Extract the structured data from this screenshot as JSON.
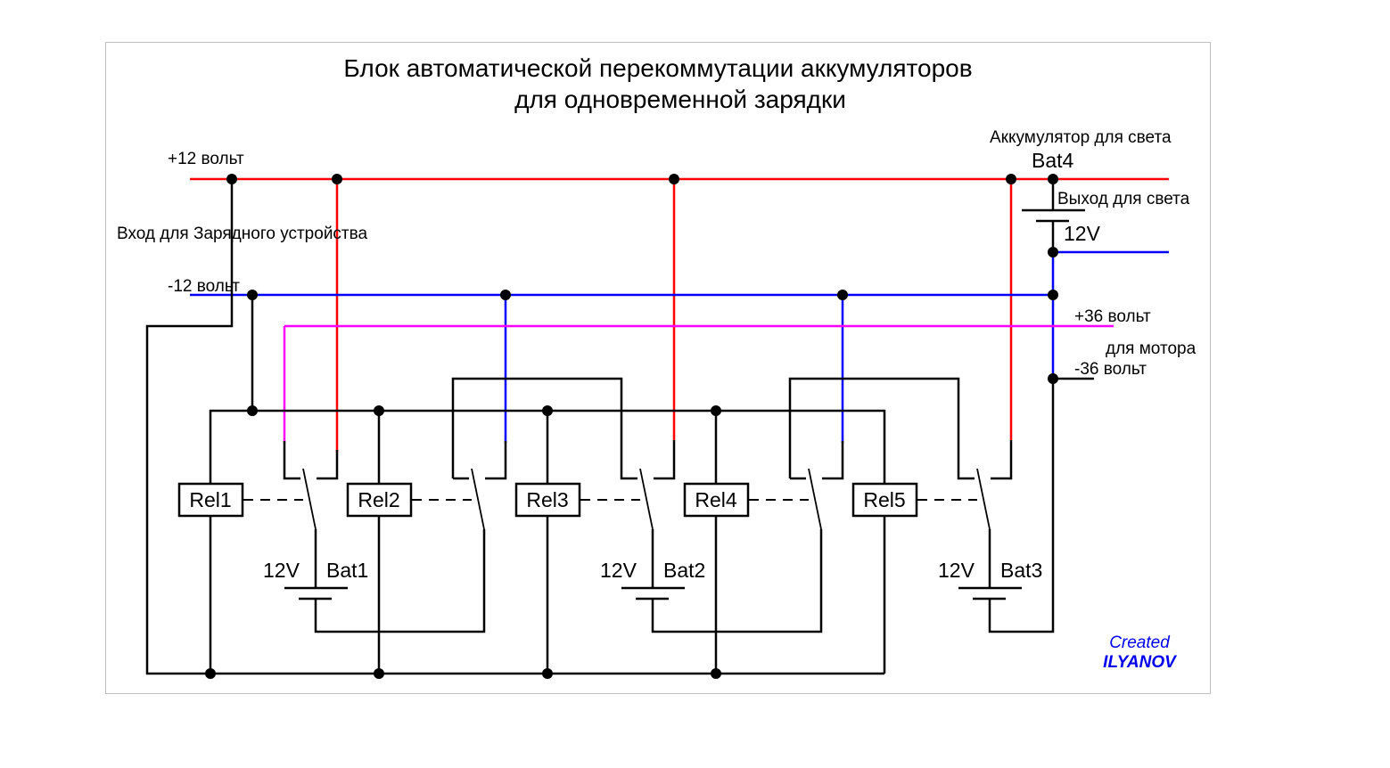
{
  "diagram": {
    "title_line1": "Блок автоматической перекоммутации аккумуляторов",
    "title_line2": "для одновременной зарядки",
    "labels": {
      "plus12": "+12 вольт",
      "minus12": "-12 вольт",
      "charger_input": "Вход для Зарядного устройства",
      "bat4_caption": "Аккумулятор для света",
      "bat4_name": "Bat4",
      "light_output": "Выход для света",
      "bat4_voltage": "12V",
      "plus36": "+36 вольт",
      "motor": "для мотора",
      "minus36": "-36 вольт"
    },
    "relays": [
      {
        "name": "Rel1"
      },
      {
        "name": "Rel2"
      },
      {
        "name": "Rel3"
      },
      {
        "name": "Rel4"
      },
      {
        "name": "Rel5"
      }
    ],
    "batteries": [
      {
        "name": "Bat1",
        "voltage": "12V"
      },
      {
        "name": "Bat2",
        "voltage": "12V"
      },
      {
        "name": "Bat3",
        "voltage": "12V"
      }
    ],
    "wire_colors": {
      "plus12": "#ff0000",
      "minus12": "#0000ff",
      "plus36": "#ff00ff",
      "common": "#000000"
    },
    "credit_line1": "Created",
    "credit_line2": "ILYANOV"
  }
}
